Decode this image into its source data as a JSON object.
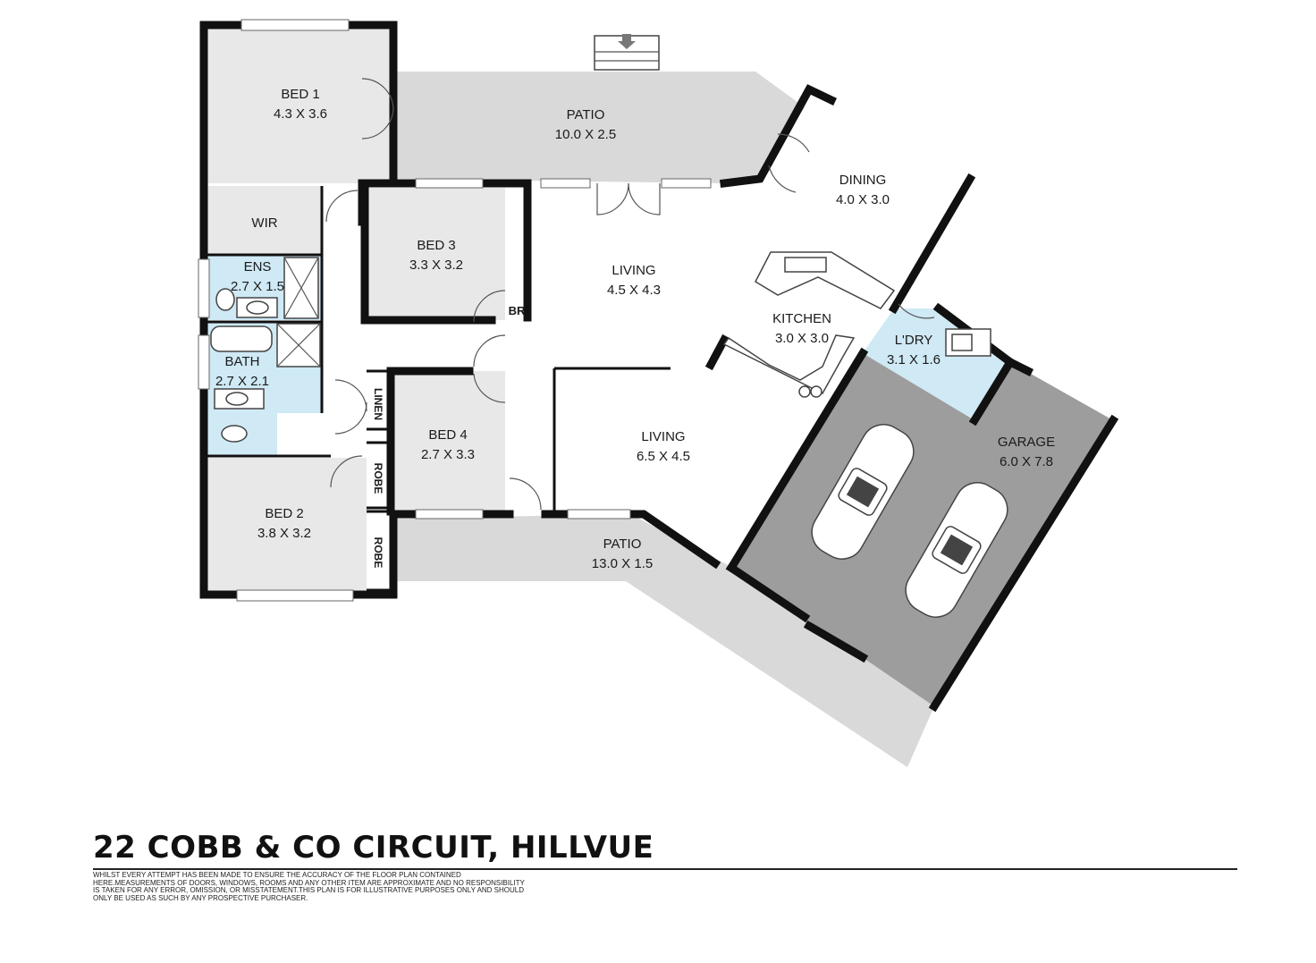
{
  "rooms": {
    "bed1": {
      "name": "BED 1",
      "size": "4.3 X 3.6"
    },
    "patio_top": {
      "name": "PATIO",
      "size": "10.0 X 2.5"
    },
    "dining": {
      "name": "DINING",
      "size": "4.0 X 3.0"
    },
    "wir": {
      "name": "WIR"
    },
    "bed3": {
      "name": "BED 3",
      "size": "3.3 X 3.2"
    },
    "living1": {
      "name": "LIVING",
      "size": "4.5 X 4.3"
    },
    "ens": {
      "name": "ENS",
      "size": "2.7 X 1.5"
    },
    "br": {
      "name": "BR"
    },
    "kitchen": {
      "name": "KITCHEN",
      "size": "3.0 X 3.0"
    },
    "ldry": {
      "name": "L'DRY",
      "size": "3.1 X 1.6"
    },
    "bath": {
      "name": "BATH",
      "size": "2.7 X 2.1"
    },
    "linen": {
      "name": "LINEN"
    },
    "bed4": {
      "name": "BED 4",
      "size": "2.7 X 3.3"
    },
    "living2": {
      "name": "LIVING",
      "size": "6.5 X 4.5"
    },
    "garage": {
      "name": "GARAGE",
      "size": "6.0 X 7.8"
    },
    "robe1": {
      "name": "ROBE"
    },
    "bed2": {
      "name": "BED 2",
      "size": "3.8 X 3.2"
    },
    "robe2": {
      "name": "ROBE"
    },
    "patio_bottom": {
      "name": "PATIO",
      "size": "13.0 X 1.5"
    }
  },
  "colors": {
    "patio": "#d9d9d9",
    "bedroom": "#e8e8e8",
    "wet_area": "#cfe9f5",
    "garage": "#9d9d9d",
    "wall": "#111111"
  },
  "title": "22 COBB & CO CIRCUIT, HILLVUE",
  "disclaimer": "Whilst every attempt has been made to ensure the accuracy of the floor plan contained here.Measurements of doors, windows, rooms and any other item are approximate and no responsibility is taken for any error, omission, or misstatement.This plan is for illustrative purposes only and should only be used as such by any prospective purchaser."
}
